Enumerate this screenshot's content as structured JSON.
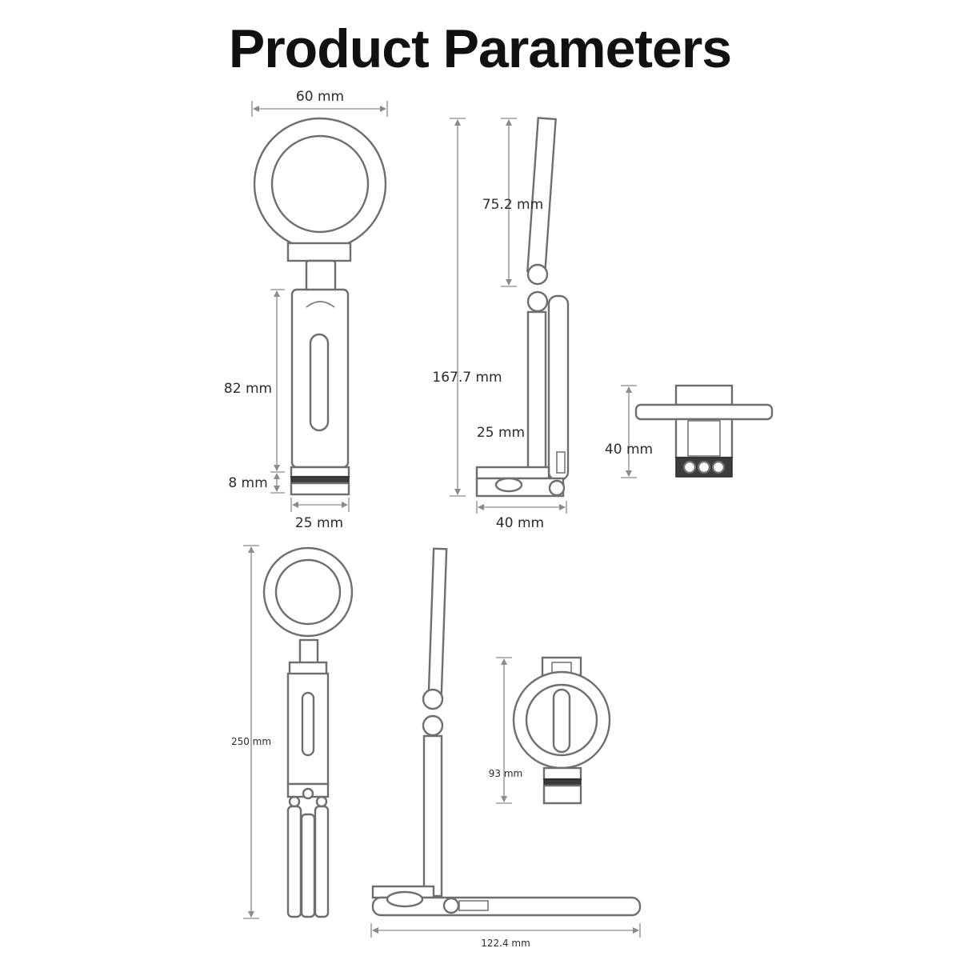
{
  "title": "Product Parameters",
  "dimensions": {
    "front_width": "60 mm",
    "body_height": "82 mm",
    "base_height": "8 mm",
    "base_width": "25 mm",
    "arm_length": "75.2 mm",
    "total_height": "167.7 mm",
    "side_height": "25 mm",
    "side_depth": "40 mm",
    "top_height": "40 mm",
    "extended_height": "250 mm",
    "folded_height": "93 mm",
    "extended_length": "122.4 mm"
  }
}
